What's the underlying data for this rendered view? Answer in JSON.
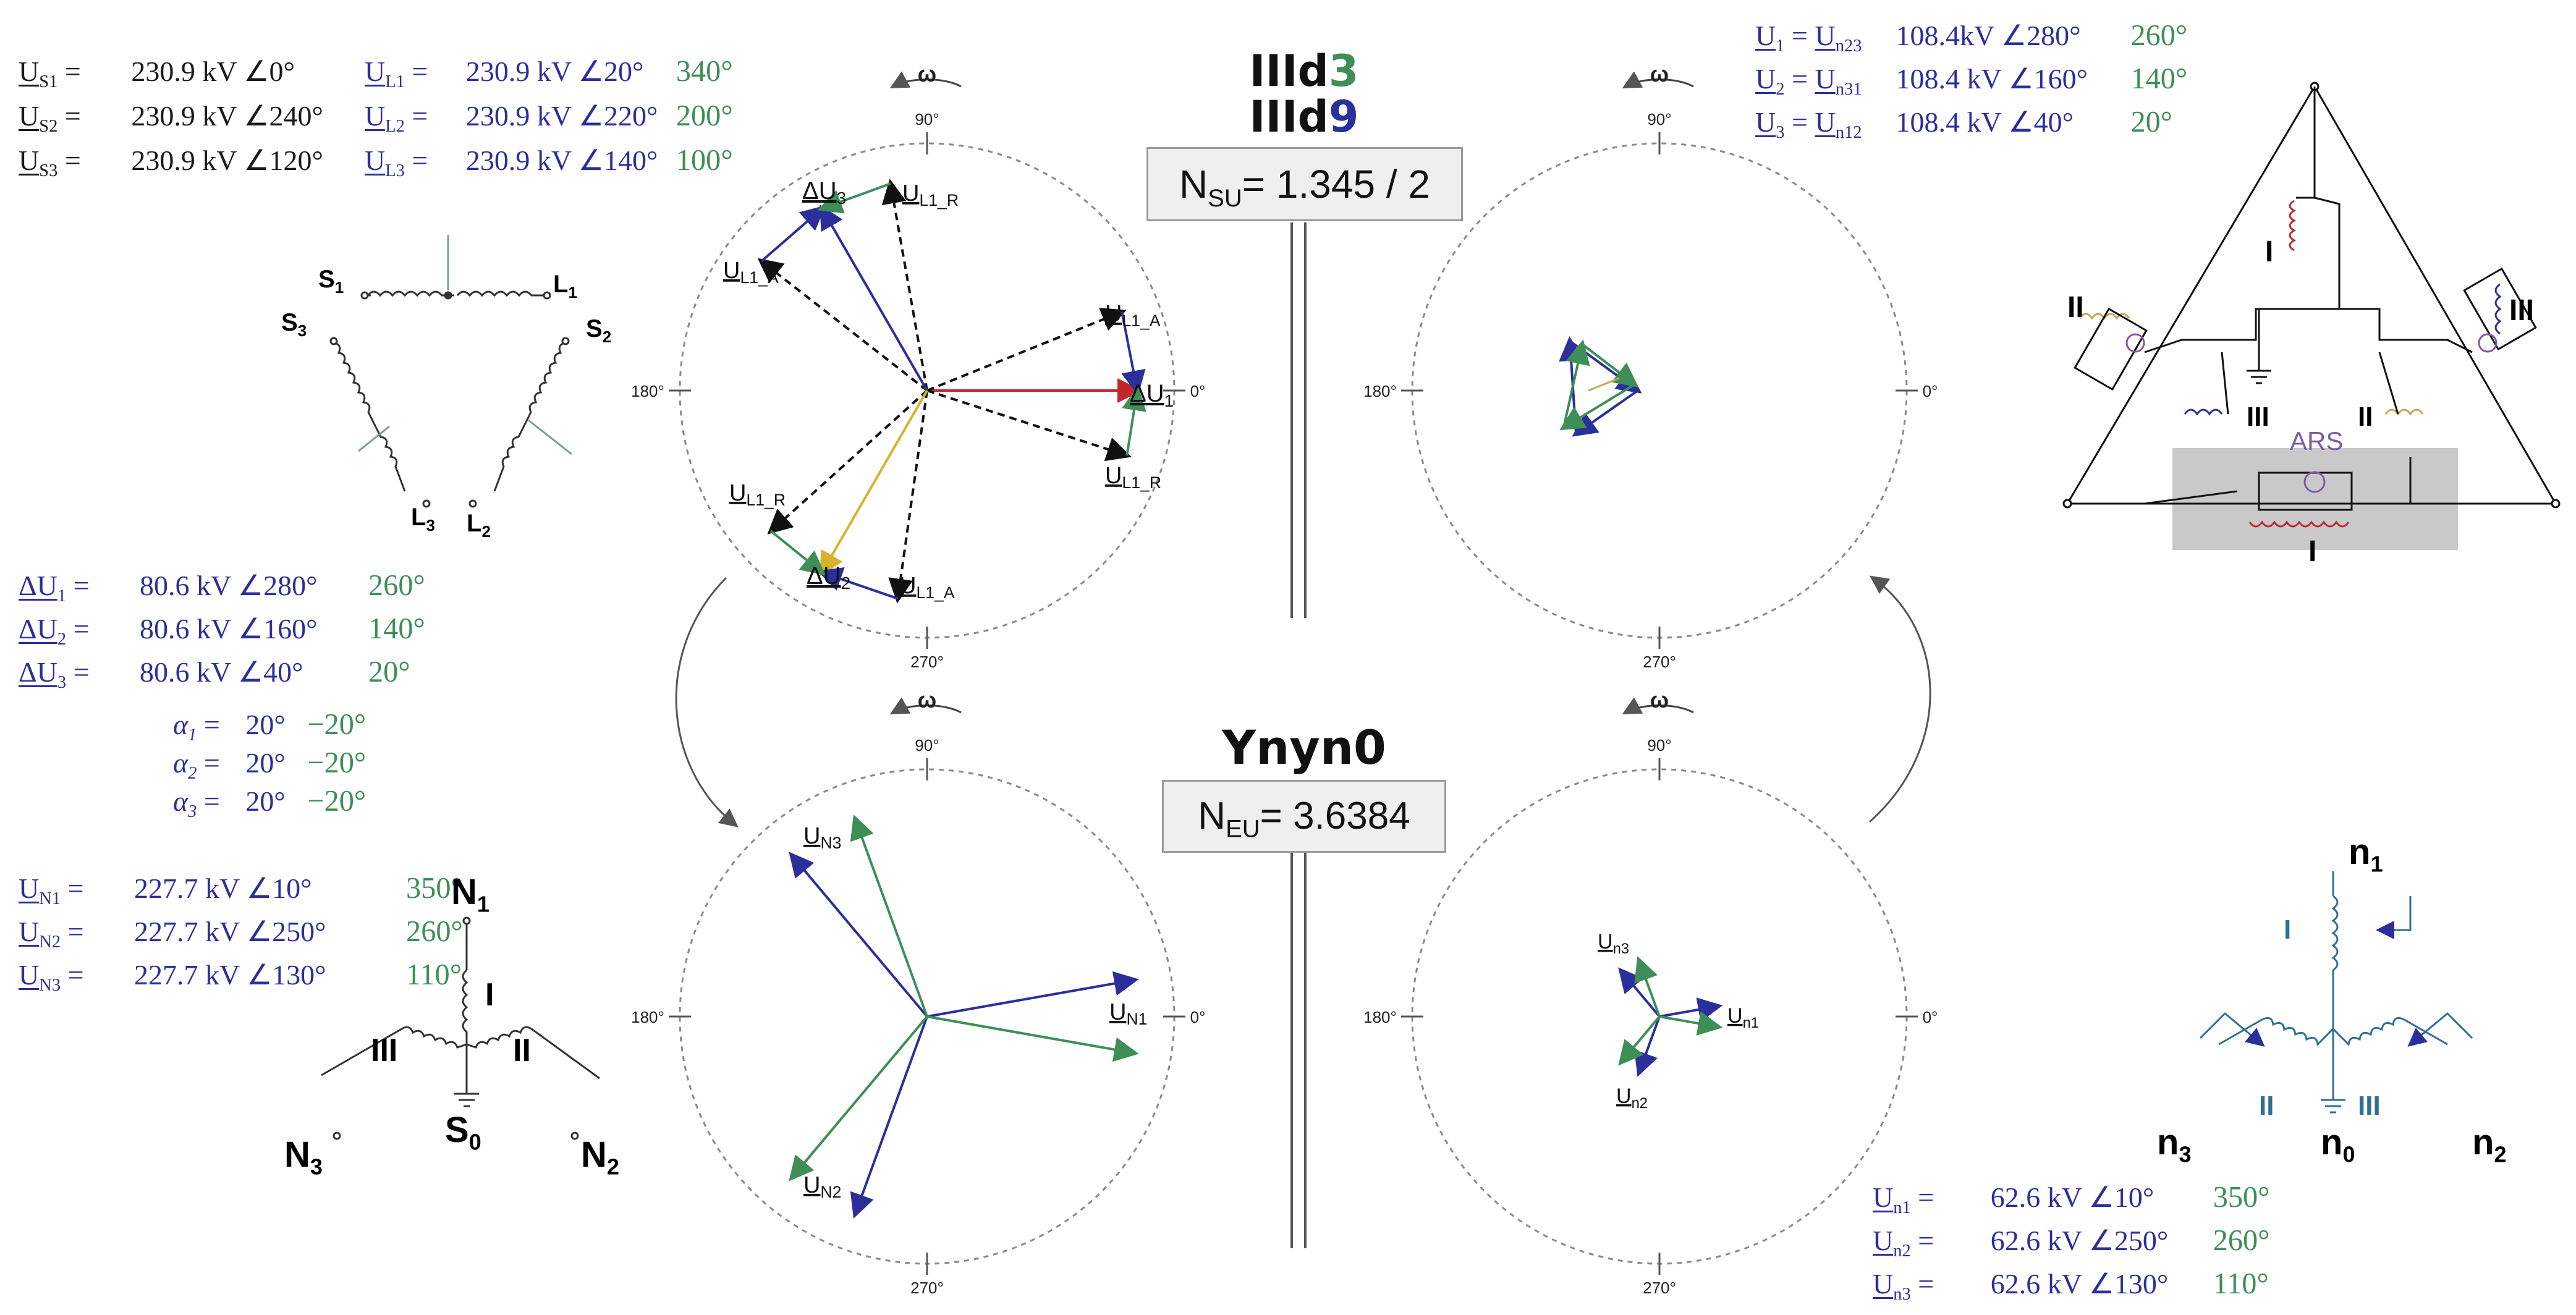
{
  "title_top": {
    "prefix_a": "IIId",
    "num_a": "3",
    "prefix_b": "IIId",
    "num_b": "9"
  },
  "title_bottom": "Ynyn0",
  "nsu_label": "N",
  "nsu_sub": "SU",
  "nsu_value": "= 1.345 / 2",
  "neu_label": "N",
  "neu_sub": "EU",
  "neu_value": "= 3.6384",
  "colors": {
    "black": "#1a1a1a",
    "blue": "#2b2f9c",
    "green": "#3e8e58",
    "red": "#c0282d",
    "tan": "#c9a55a",
    "gold": "#d9b22b",
    "purple": "#7e5aa6",
    "steel": "#2f6f96",
    "box_fill": "#efefef"
  },
  "source_rows": [
    {
      "sym": "U",
      "sub": "S1",
      "val": "230.9 kV ∠0°"
    },
    {
      "sym": "U",
      "sub": "S2",
      "val": "230.9 kV ∠240°"
    },
    {
      "sym": "U",
      "sub": "S3",
      "val": "230.9 kV ∠120°"
    }
  ],
  "line_rows": [
    {
      "sym": "U",
      "sub": "L1",
      "val": "230.9 kV ∠20°",
      "alt": "340°"
    },
    {
      "sym": "U",
      "sub": "L2",
      "val": "230.9 kV ∠220°",
      "alt": "200°"
    },
    {
      "sym": "U",
      "sub": "L3",
      "val": "230.9 kV ∠140°",
      "alt": "100°"
    }
  ],
  "delta_rows": [
    {
      "sym": "ΔU",
      "sub": "1",
      "val": "80.6 kV ∠280°",
      "alt": "260°"
    },
    {
      "sym": "ΔU",
      "sub": "2",
      "val": "80.6 kV ∠160°",
      "alt": "140°"
    },
    {
      "sym": "ΔU",
      "sub": "3",
      "val": "80.6 kV ∠40°",
      "alt": "20°"
    }
  ],
  "alpha_rows": [
    {
      "sym": "α",
      "sub": "1",
      "val": "20°",
      "alt": "−20°"
    },
    {
      "sym": "α",
      "sub": "2",
      "val": "20°",
      "alt": "−20°"
    },
    {
      "sym": "α",
      "sub": "3",
      "val": "20°",
      "alt": "−20°"
    }
  ],
  "n_rows": [
    {
      "sym": "U",
      "sub": "N1",
      "val": "227.7 kV ∠10°",
      "alt": "350°"
    },
    {
      "sym": "U",
      "sub": "N2",
      "val": "227.7 kV ∠250°",
      "alt": "260°"
    },
    {
      "sym": "U",
      "sub": "N3",
      "val": "227.7 kV ∠130°",
      "alt": "110°"
    }
  ],
  "u_rows": [
    {
      "sym": "U",
      "sub": "1",
      "eq": "U",
      "eqsub": "n23",
      "val": "108.4kV ∠280°",
      "alt": "260°"
    },
    {
      "sym": "U",
      "sub": "2",
      "eq": "U",
      "eqsub": "n31",
      "val": "108.4 kV ∠160°",
      "alt": "140°"
    },
    {
      "sym": "U",
      "sub": "3",
      "eq": "U",
      "eqsub": "n12",
      "val": "108.4 kV ∠40°",
      "alt": "20°"
    }
  ],
  "lower_rows": [
    {
      "sym": "U",
      "sub": "n1",
      "val": "62.6 kV ∠10°",
      "alt": "350°"
    },
    {
      "sym": "U",
      "sub": "n2",
      "val": "62.6 kV ∠250°",
      "alt": "260°"
    },
    {
      "sym": "U",
      "sub": "n3",
      "val": "62.6 kV ∠130°",
      "alt": "110°"
    }
  ],
  "axis": {
    "deg90": "90°",
    "deg180": "180°",
    "deg270": "270°",
    "deg0": "0°",
    "omega": "ω"
  },
  "phasor_tl": {
    "vectors": [
      {
        "ang": 0,
        "mag": 0.85,
        "color": "red",
        "dash": false
      },
      {
        "ang": 22,
        "mag": 0.85,
        "color": "black",
        "dash": true
      },
      {
        "ang": -18,
        "mag": 0.85,
        "color": "black",
        "dash": true
      },
      {
        "ang": 142,
        "mag": 0.85,
        "color": "black",
        "dash": true
      },
      {
        "ang": 100,
        "mag": 0.85,
        "color": "black",
        "dash": true
      },
      {
        "ang": 262,
        "mag": 0.85,
        "color": "black",
        "dash": true
      },
      {
        "ang": 222,
        "mag": 0.85,
        "color": "black",
        "dash": true
      },
      {
        "ang": 120,
        "mag": 0.85,
        "color": "blue",
        "dash": false
      },
      {
        "ang": 240,
        "mag": 0.85,
        "color": "tan",
        "dash": false
      }
    ],
    "labels": [
      {
        "t": "U",
        "s": "L1_A"
      },
      {
        "t": "U",
        "s": "L1_R"
      },
      {
        "t": "ΔU",
        "s": "1"
      },
      {
        "t": "U",
        "s": "L1_A"
      },
      {
        "t": "U",
        "s": "L1_R"
      },
      {
        "t": "ΔU",
        "s": "3"
      },
      {
        "t": "U",
        "s": "L1_R"
      },
      {
        "t": "U",
        "s": "L1_A"
      },
      {
        "t": "ΔU",
        "s": "2"
      }
    ]
  },
  "phasor_bl": {
    "vectors": [
      {
        "ang": 10,
        "mag": 0.85,
        "color": "blue"
      },
      {
        "ang": 250,
        "mag": 0.85,
        "color": "blue"
      },
      {
        "ang": 130,
        "mag": 0.85,
        "color": "blue"
      },
      {
        "ang": 350,
        "mag": 0.85,
        "color": "green"
      },
      {
        "ang": 230,
        "mag": 0.85,
        "color": "green"
      },
      {
        "ang": 110,
        "mag": 0.85,
        "color": "green"
      }
    ],
    "labels": [
      {
        "t": "U",
        "s": "N1"
      },
      {
        "t": "U",
        "s": "N2"
      },
      {
        "t": "U",
        "s": "N3"
      }
    ]
  },
  "phasor_br": {
    "vectors": [
      {
        "ang": 10,
        "mag": 0.24,
        "color": "blue"
      },
      {
        "ang": 250,
        "mag": 0.24,
        "color": "blue"
      },
      {
        "ang": 130,
        "mag": 0.24,
        "color": "blue"
      },
      {
        "ang": 350,
        "mag": 0.24,
        "color": "green"
      },
      {
        "ang": 230,
        "mag": 0.24,
        "color": "green"
      },
      {
        "ang": 110,
        "mag": 0.24,
        "color": "green"
      }
    ],
    "labels": [
      {
        "t": "U",
        "s": "n1"
      },
      {
        "t": "U",
        "s": "n2"
      },
      {
        "t": "U",
        "s": "n3"
      }
    ]
  },
  "delta_top_labels": {
    "s1": "S",
    "s1sub": "1",
    "l1": "L",
    "l1sub": "1",
    "s3": "S",
    "s3sub": "3",
    "s2": "S",
    "s2sub": "2",
    "l3": "L",
    "l3sub": "3",
    "l2": "L",
    "l2sub": "2"
  },
  "star_left_labels": {
    "n1": "N",
    "n1sub": "1",
    "n2": "N",
    "n2sub": "2",
    "n3": "N",
    "n3sub": "3",
    "s0": "S",
    "s0sub": "0",
    "w1": "I",
    "w2": "II",
    "w3": "III"
  },
  "triangle_labels": {
    "I": "I",
    "II": "II",
    "III": "III",
    "ars": "ARS",
    "II_lower": "II",
    "III_lower": "III",
    "I_lower": "I"
  },
  "star_right_labels": {
    "n1": "n",
    "n1sub": "1",
    "n2": "n",
    "n2sub": "2",
    "n3": "n",
    "n3sub": "3",
    "n0": "n",
    "n0sub": "0",
    "w1": "I",
    "w2": "II",
    "w3": "III"
  }
}
